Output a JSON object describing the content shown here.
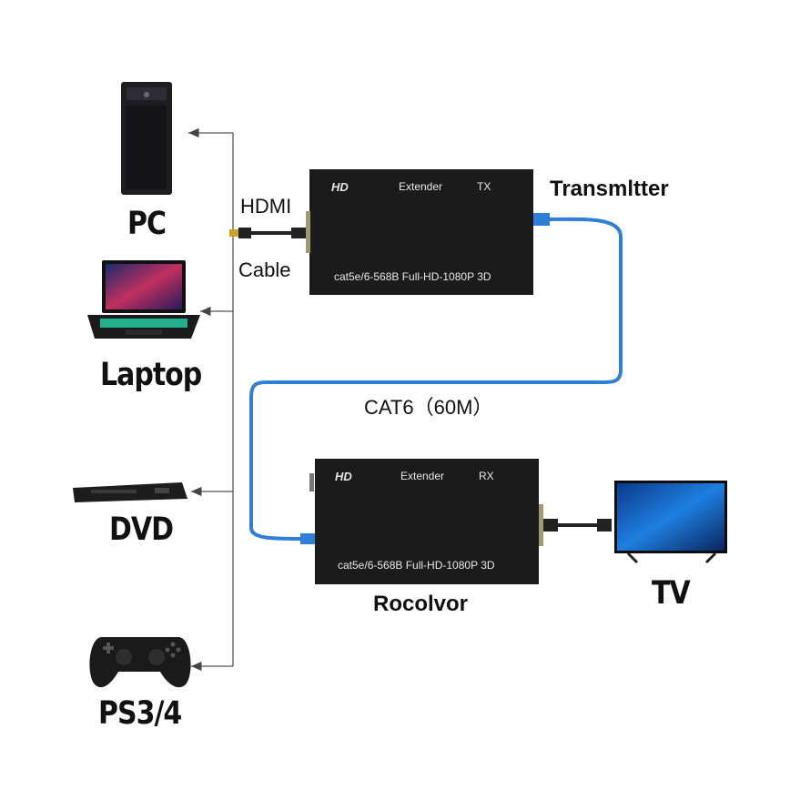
{
  "sources": [
    {
      "label": "PC",
      "icon": "pc-tower-icon"
    },
    {
      "label": "Laptop",
      "icon": "laptop-icon"
    },
    {
      "label": "DVD",
      "icon": "dvd-player-icon"
    },
    {
      "label": "PS3/4",
      "icon": "gamepad-icon"
    }
  ],
  "cable": {
    "line1": "HDMI",
    "line2": "Cable"
  },
  "transmitter": {
    "name": "Transmltter",
    "brand": "HD",
    "model": "Extender",
    "tag": "TX",
    "spec": "cat5e/6-568B Full-HD-1080P  3D"
  },
  "receiver": {
    "name": "Rocolvor",
    "brand": "HD",
    "model": "Extender",
    "tag": "RX",
    "spec": "cat5e/6-568B Full-HD-1080P  3D"
  },
  "link_label": "CAT6（60M）",
  "display": {
    "label": "TV",
    "icon": "tv-icon"
  },
  "colors": {
    "cat_cable": "#2f7fd6",
    "box": "#1b1b1b",
    "wire": "#555555"
  }
}
